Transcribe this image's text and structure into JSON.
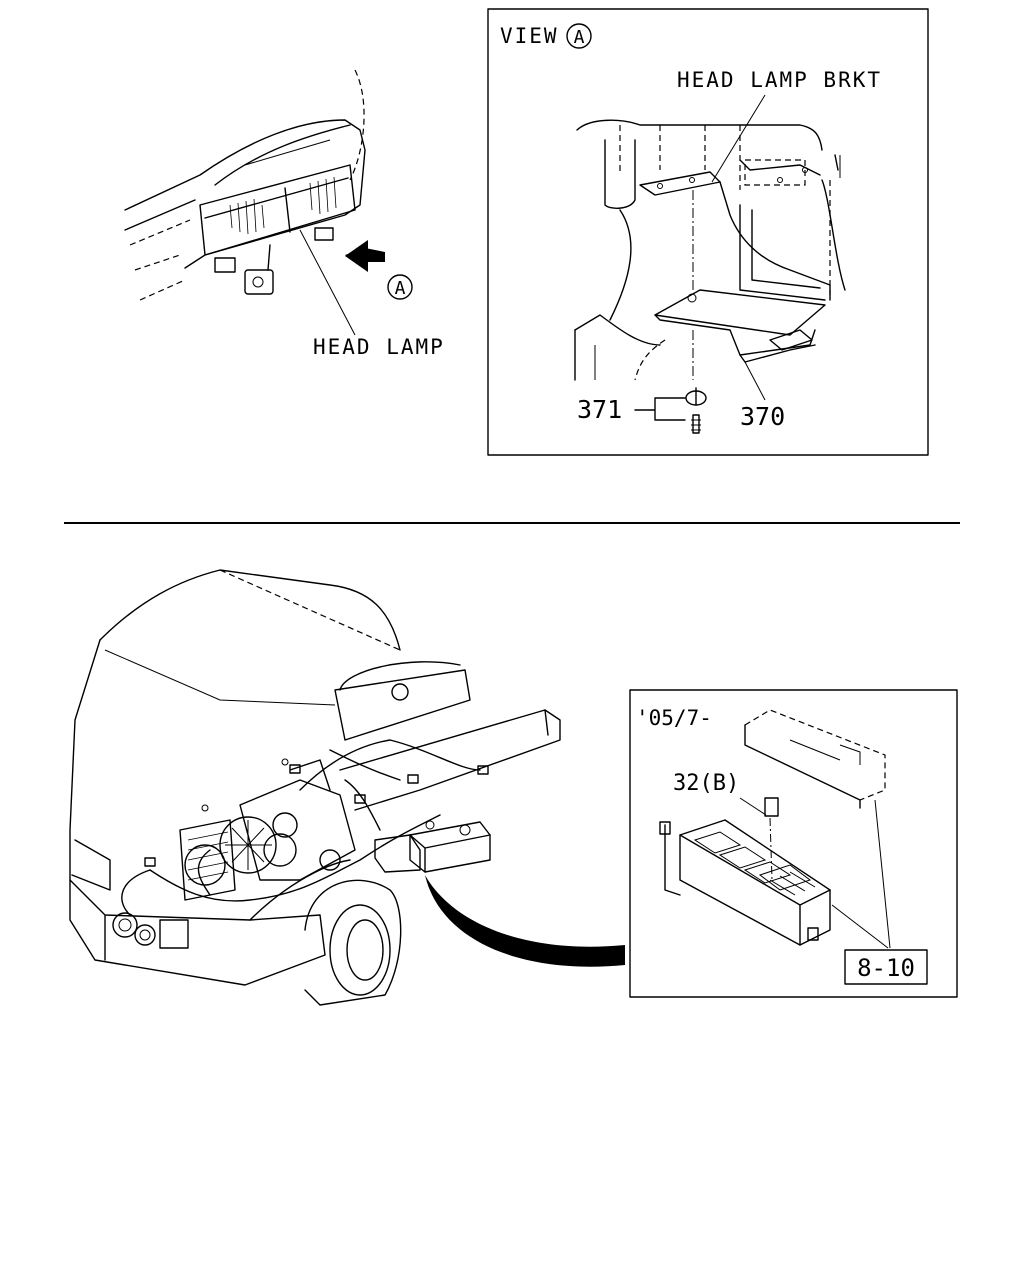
{
  "head_lamp_view": {
    "lamp_label": "HEAD LAMP",
    "view_marker": "A"
  },
  "view_a_panel": {
    "title_text": "VIEW",
    "title_marker": "A",
    "bracket_label": "HEAD LAMP BRKT",
    "part_370": "370",
    "part_371": "371"
  },
  "fuse_box_panel": {
    "date_label": "'05/7-",
    "part_32": "32(B)",
    "ref_8_10": "8-10"
  }
}
